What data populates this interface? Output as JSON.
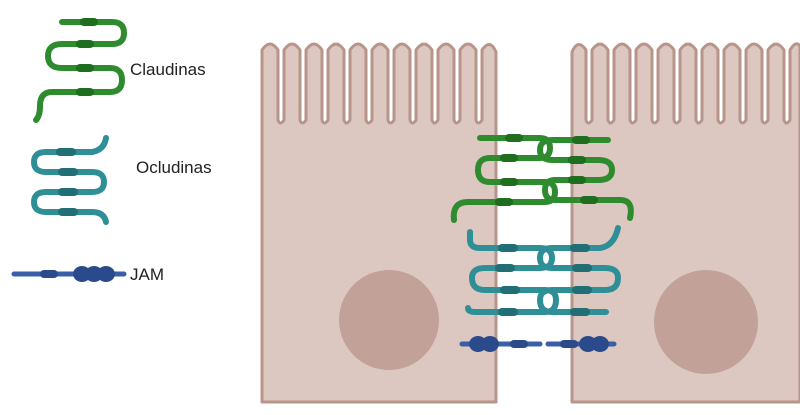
{
  "legend": {
    "claudinas": {
      "label": "Claudinas",
      "icon": "claudin-strand-icon"
    },
    "ocludinas": {
      "label": "Ocludinas",
      "icon": "occludin-strand-icon"
    },
    "jam": {
      "label": "JAM",
      "icon": "jam-rod-icon"
    }
  },
  "colors": {
    "cell_fill": "#dcc8c1",
    "cell_stroke": "#b8958a",
    "nucleus": "#c2a198",
    "claudin": "#2e8b2e",
    "claudin_dark": "#1f6e1f",
    "occludin": "#2f8f97",
    "occludin_dark": "#226e75",
    "jam": "#3a5ea8",
    "jam_dark": "#2b4a8c"
  }
}
